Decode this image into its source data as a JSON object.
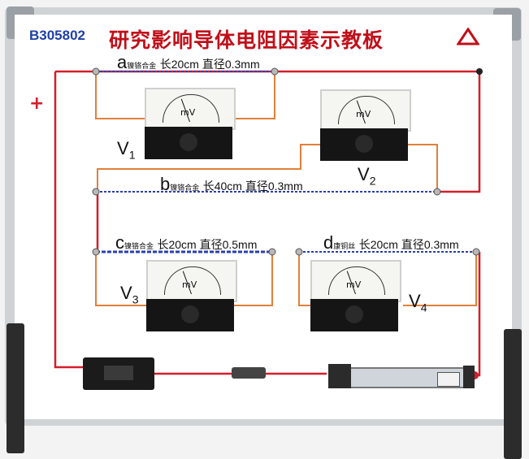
{
  "board": {
    "code": "B305802",
    "title": "研究影响导体电阻因素示教板",
    "plus_sign": "+"
  },
  "wires": {
    "a": {
      "letter": "a",
      "material": "镍铬合金",
      "spec": "长20cm 直径0.3mm"
    },
    "b": {
      "letter": "b",
      "material": "镍铬合金",
      "spec": "长40cm 直径0.3mm"
    },
    "c": {
      "letter": "c",
      "material": "镍铬合金",
      "spec": "长20cm 直径0.5mm"
    },
    "d": {
      "letter": "d",
      "material": "康铜丝",
      "spec": "长20cm 直径0.3mm"
    }
  },
  "voltmeters": {
    "v1": {
      "name": "V",
      "sub": "1",
      "unit": "mV"
    },
    "v2": {
      "name": "V",
      "sub": "2",
      "unit": "mV"
    },
    "v3": {
      "name": "V",
      "sub": "3",
      "unit": "mV"
    },
    "v4": {
      "name": "V",
      "sub": "4",
      "unit": "mV"
    }
  },
  "colors": {
    "title": "#c0101a",
    "code": "#1f3fa8",
    "main_wire": "#d51d2a",
    "meter_wire": "#e0803a",
    "resistance_wire": "#2a3fb0"
  }
}
